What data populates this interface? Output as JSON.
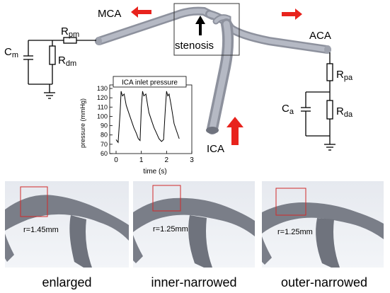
{
  "top": {
    "labels": {
      "mca": "MCA",
      "aca": "ACA",
      "ica": "ICA",
      "stenosis": "stenosis"
    },
    "circuit_left": {
      "resistor_proximal": {
        "base": "R",
        "sub": "pm"
      },
      "resistor_distal": {
        "base": "R",
        "sub": "dm"
      },
      "capacitor": {
        "base": "C",
        "sub": "m"
      }
    },
    "circuit_right": {
      "resistor_proximal": {
        "base": "R",
        "sub": "pa"
      },
      "resistor_distal": {
        "base": "R",
        "sub": "da"
      },
      "capacitor": {
        "base": "C",
        "sub": "a"
      }
    },
    "colors": {
      "vessel": "#a9adb9",
      "flow_arrow": "#e8231d",
      "stenosis_arrow": "#000000",
      "circuit": "#000000"
    }
  },
  "chart_data": {
    "type": "line",
    "title": "ICA inlet pressure",
    "xlabel": "time (s)",
    "ylabel": "pressure (mmHg)",
    "xlim": [
      0,
      3
    ],
    "ylim": [
      60,
      130
    ],
    "xticks": [
      0,
      1,
      2,
      3
    ],
    "yticks": [
      60,
      70,
      80,
      90,
      100,
      110,
      120,
      130
    ],
    "series": [
      {
        "x": [
          0.0,
          0.08,
          0.16,
          0.2,
          0.25,
          0.32,
          0.4,
          0.5,
          0.6,
          0.7,
          0.8,
          0.88,
          0.95,
          1.0,
          1.05,
          1.1,
          1.18,
          1.25,
          1.3,
          1.4,
          1.5,
          1.6,
          1.7,
          1.8,
          1.88,
          1.95,
          2.0,
          2.05,
          2.1,
          2.18,
          2.25,
          2.3,
          2.4,
          2.5
        ],
        "y": [
          75,
          72,
          104,
          127,
          122,
          124,
          112,
          104,
          96,
          88,
          82,
          76,
          74,
          110,
          127,
          122,
          124,
          112,
          104,
          96,
          88,
          82,
          76,
          73,
          75,
          108,
          127,
          122,
          124,
          112,
          100,
          92,
          84,
          76
        ]
      }
    ],
    "line_color": "#000000"
  },
  "bottom": {
    "panels": [
      {
        "radius": "r=1.45mm",
        "caption": "enlarged"
      },
      {
        "radius": "r=1.25mm",
        "caption": "inner-narrowed"
      },
      {
        "radius": "r=1.25mm",
        "caption": "outer-narrowed"
      }
    ],
    "colors": {
      "background": "#ebeef3",
      "vessel": "#777b84",
      "box": "#d12a2a"
    }
  }
}
